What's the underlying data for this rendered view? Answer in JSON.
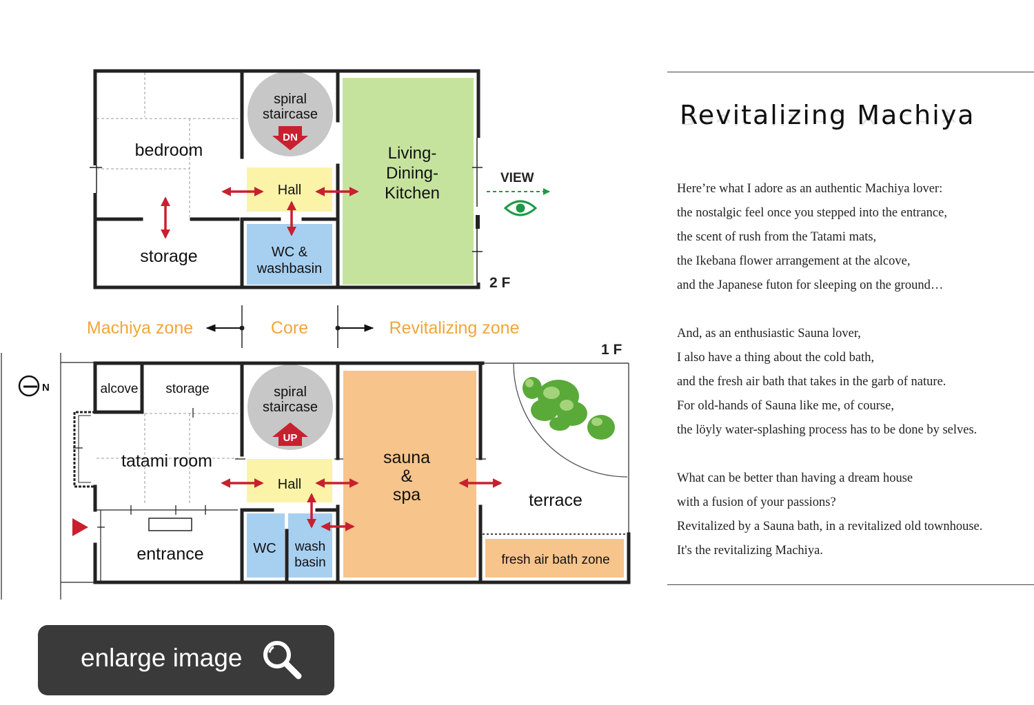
{
  "floorplan": {
    "second_floor": {
      "floor_label": "2 F",
      "rooms": {
        "bedroom": "bedroom",
        "storage": "storage",
        "staircase": "spiral staircase",
        "stair_direction": "DN",
        "hall": "Hall",
        "wc": "WC & washbasin",
        "living": "Living- Dining- Kitchen"
      },
      "view_label": "VIEW"
    },
    "zones": {
      "machiya": "Machiya zone",
      "core": "Core",
      "revitalizing": "Revitalizing zone"
    },
    "first_floor": {
      "floor_label": "1 F",
      "north_label": "N",
      "rooms": {
        "alcove": "alcove",
        "storage": "storage",
        "tatami": "tatami room",
        "entrance": "entrance",
        "staircase": "spiral staircase",
        "stair_direction": "UP",
        "hall": "Hall",
        "wc": "WC",
        "washbasin": "wash basin",
        "sauna": "sauna & spa",
        "terrace": "terrace",
        "fresh_air": "fresh air bath zone"
      }
    },
    "colors": {
      "hall": "#fbf3a8",
      "wc": "#a7cff0",
      "living": "#c6e39e",
      "sauna": "#f7c48b",
      "zone_text": "#f2a53a",
      "arrow": "#c8202f",
      "stair_disc": "#c7c7c7",
      "view_green": "#1a9a44"
    }
  },
  "article": {
    "title": "Revitalizing Machiya",
    "paragraphs": [
      [
        "Here’re what I adore as an authentic Machiya lover:",
        "the nostalgic feel once you stepped into the entrance,",
        "the scent of rush from the Tatami mats,",
        "the Ikebana flower arrangement at the alcove,",
        "and the Japanese futon for sleeping on the ground…"
      ],
      [
        "And, as an enthusiastic Sauna lover,",
        "I also have a thing about the cold bath,",
        "and the fresh air bath that takes in the garb of nature.",
        "For old-hands of Sauna like me, of course,",
        "the löyly water-splashing process has to be done by selves."
      ],
      [
        "What can be better than having a dream house",
        "with a fusion of your passions?",
        "Revitalized by a Sauna bath, in a revitalized old townhouse.",
        "It's the revitalizing Machiya."
      ]
    ]
  },
  "enlarge_button": {
    "label": "enlarge image",
    "icon": "magnifier-icon"
  }
}
